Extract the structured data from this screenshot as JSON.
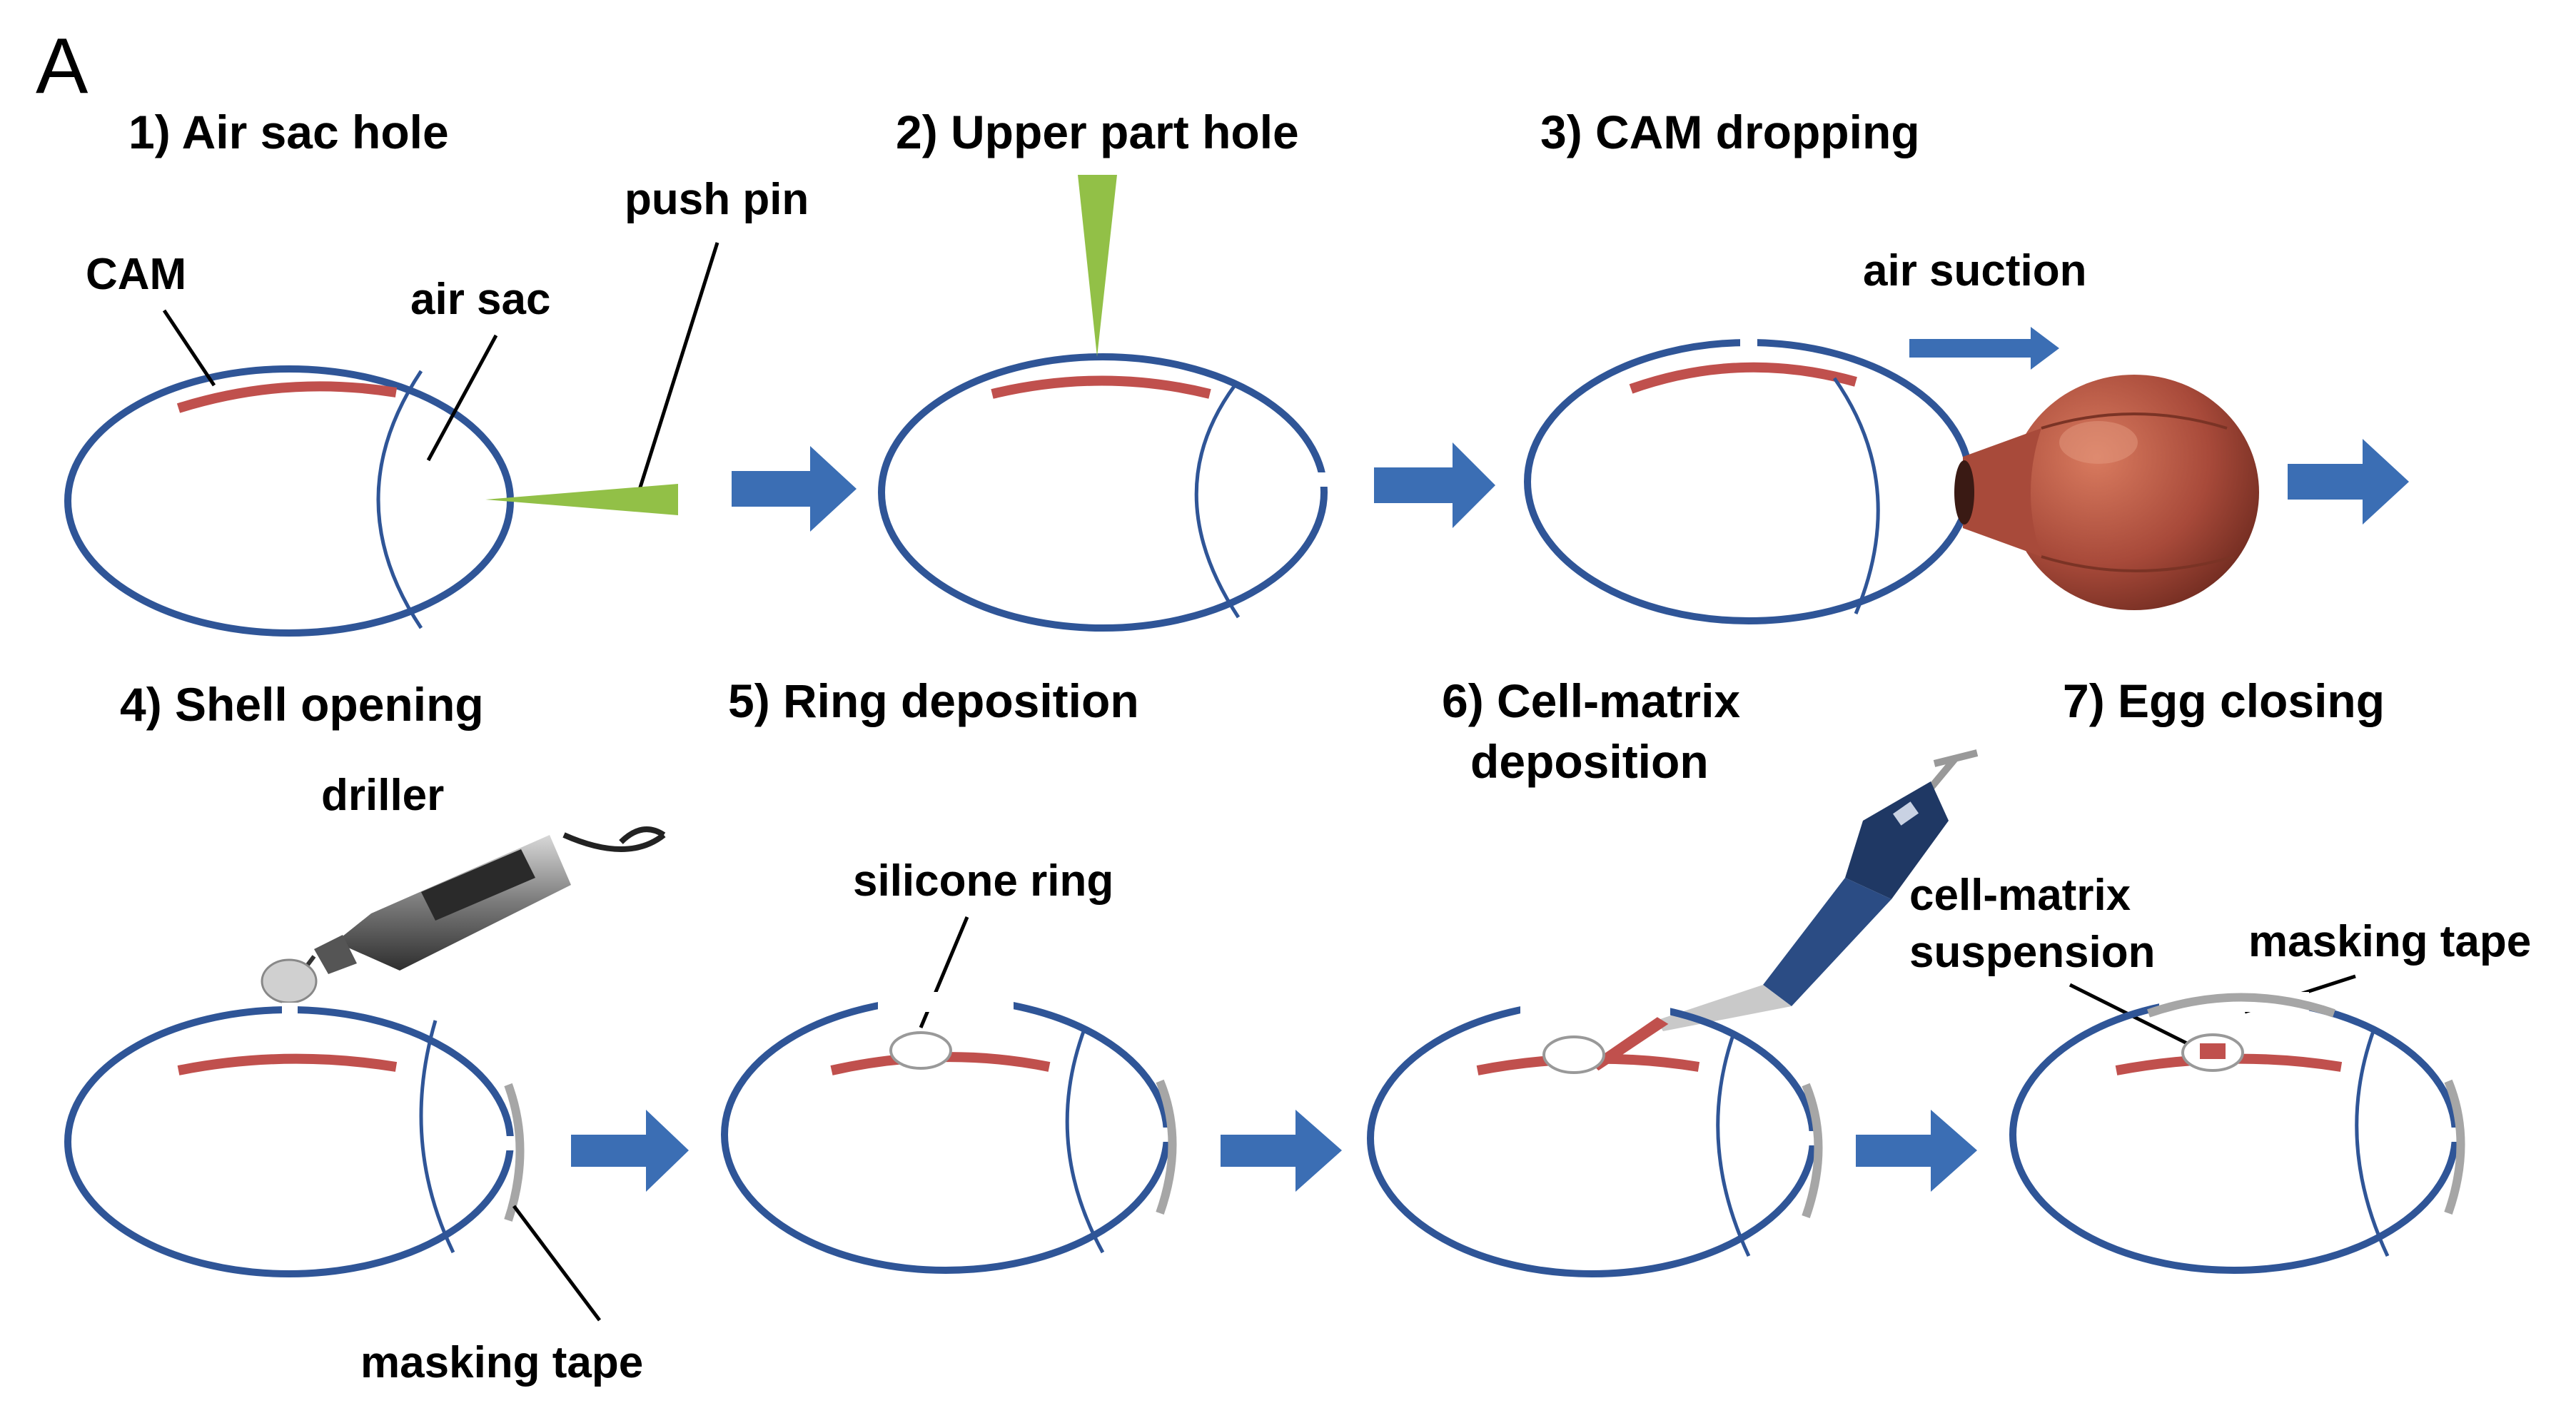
{
  "panel_label": "A",
  "steps": [
    {
      "title": "1) Air sac hole"
    },
    {
      "title": "2) Upper part hole"
    },
    {
      "title": "3) CAM dropping"
    },
    {
      "title": "4) Shell opening"
    },
    {
      "title": "5) Ring deposition"
    },
    {
      "title": "6) Cell-matrix",
      "title_line2": "deposition"
    },
    {
      "title": "7) Egg closing"
    }
  ],
  "labels": {
    "cam": "CAM",
    "air_sac": "air sac",
    "push_pin": "push pin",
    "air_suction": "air suction",
    "driller": "driller",
    "masking_tape": "masking tape",
    "silicone_ring": "silicone ring",
    "cell_matrix": "cell-matrix",
    "suspension": "suspension",
    "masking_tape_2": "masking tape"
  },
  "colors": {
    "shell": "#2F5597",
    "cam": "#C0504D",
    "pin": "#92C047",
    "arrow": "#3B6EB4",
    "tape": "#A6A6A6",
    "bulb": "#A84A3A",
    "pipette": "#1F3864"
  },
  "icons": [
    "push-pin-icon",
    "rubber-bulb-icon",
    "drill-icon",
    "pipette-icon"
  ]
}
